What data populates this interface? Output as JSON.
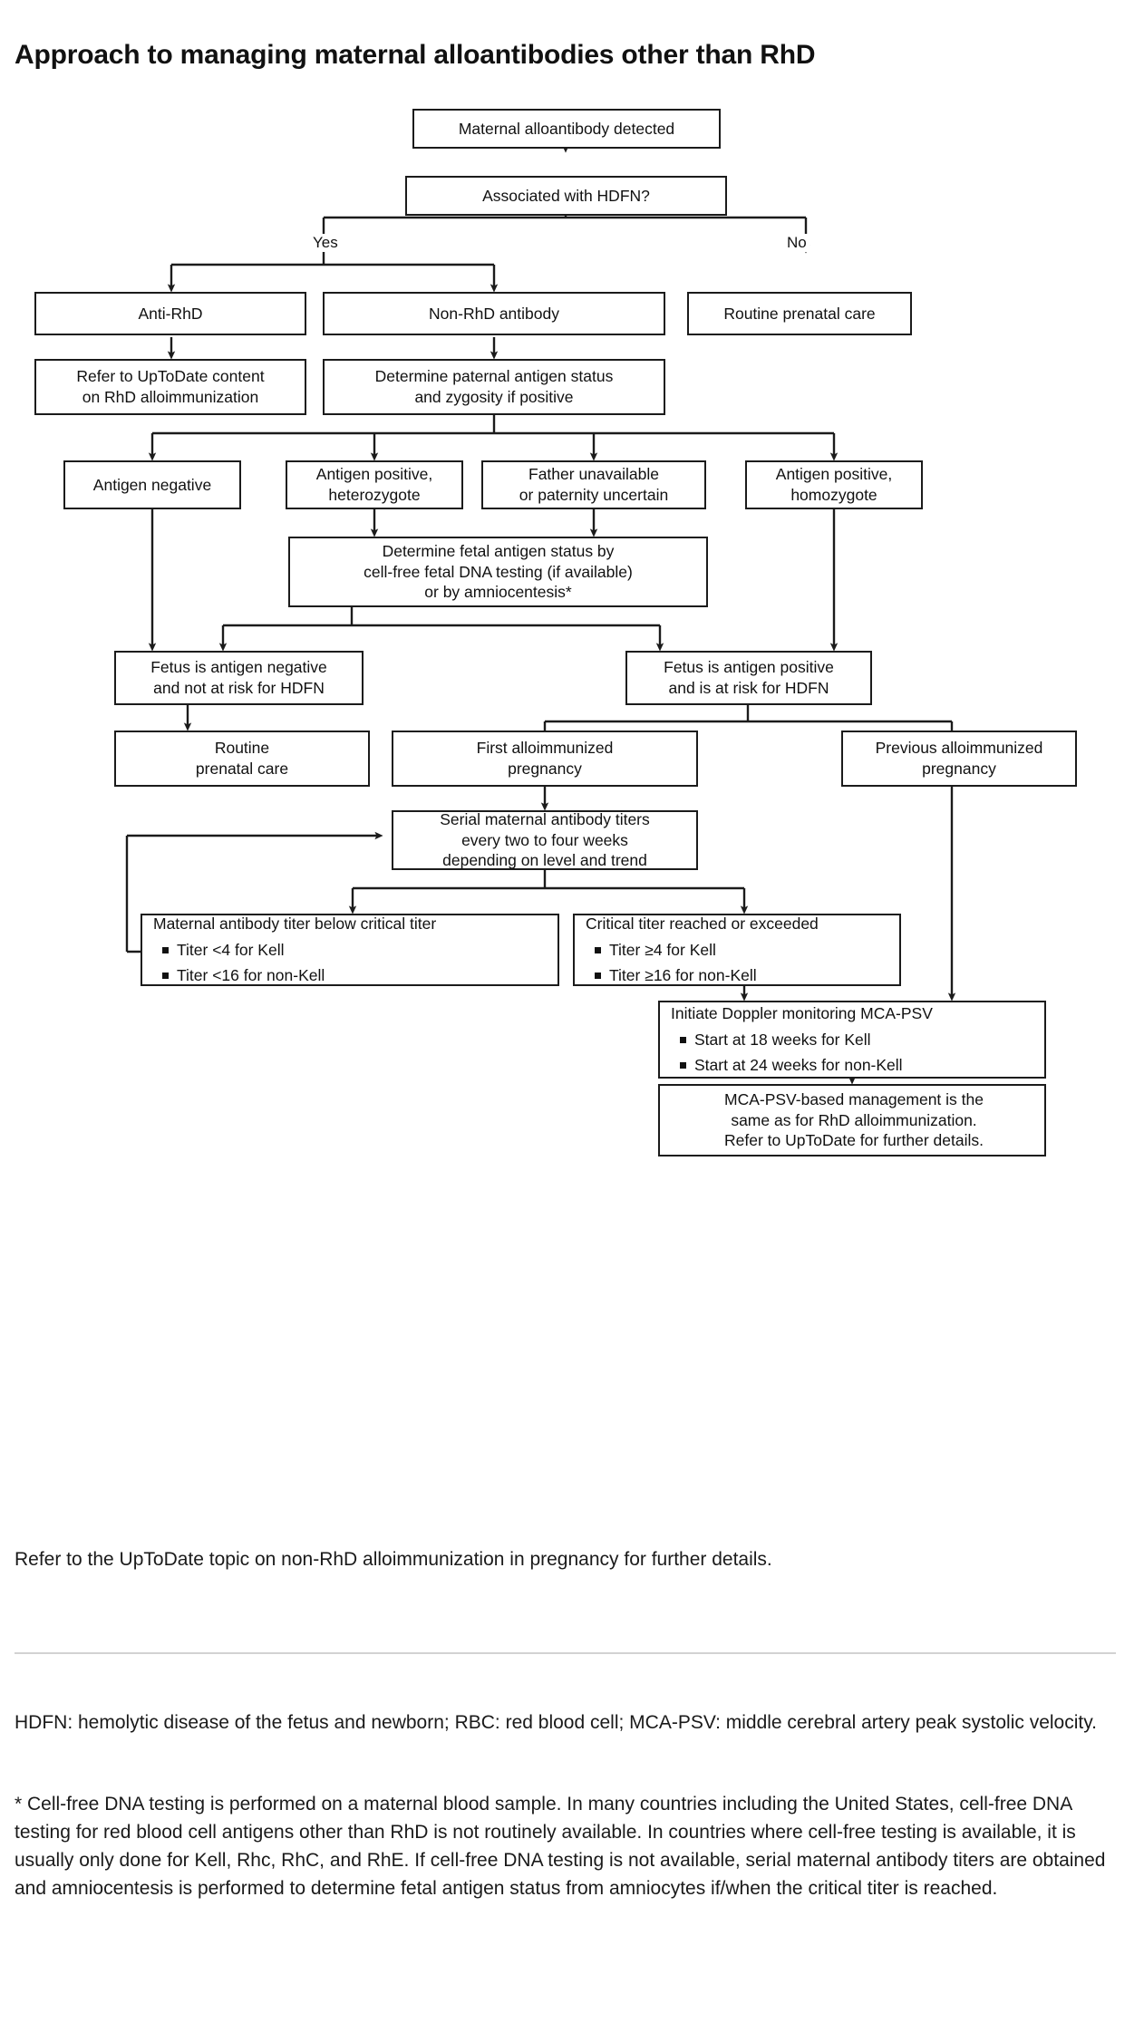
{
  "title": "Approach to managing maternal alloantibodies other than RhD",
  "flowchart": {
    "type": "flowchart",
    "nodes": {
      "n1": "Maternal alloantibody detected",
      "n2": "Associated with HDFN?",
      "n3": "Anti-RhD",
      "n4": "Non-RhD antibody",
      "n5": "Routine prenatal care",
      "n6": "Refer to UpToDate content\non RhD alloimmunization",
      "n6_l1": "Refer to UpToDate content",
      "n6_l2": "on RhD alloimmunization",
      "n7_l1": "Determine paternal antigen status",
      "n7_l2": "and zygosity if positive",
      "n8": "Antigen negative",
      "n9_l1": "Antigen positive,",
      "n9_l2": "heterozygote",
      "n10_l1": "Father unavailable",
      "n10_l2": "or paternity uncertain",
      "n11_l1": "Antigen positive,",
      "n11_l2": "homozygote",
      "n12_l1": "Determine fetal antigen status by",
      "n12_l2": "cell-free fetal DNA testing (if available)",
      "n12_l3": "or by amniocentesis*",
      "n13_l1": "Fetus is antigen negative",
      "n13_l2": "and not at risk for HDFN",
      "n14_l1": "Fetus is antigen positive",
      "n14_l2": "and is at risk for HDFN",
      "n15_l1": "Routine",
      "n15_l2": "prenatal care",
      "n16_l1": "First alloimmunized",
      "n16_l2": "pregnancy",
      "n17_l1": "Previous alloimmunized",
      "n17_l2": "pregnancy",
      "n18_l1": "Serial maternal antibody titers",
      "n18_l2": "every two to four weeks",
      "n18_l3": "depending on level and trend",
      "n19_head": "Maternal antibody titer below critical titer",
      "n19_b1": "Titer <4 for Kell",
      "n19_b2": "Titer <16 for non-Kell",
      "n20_head": "Critical titer reached or exceeded",
      "n20_b1": "Titer ≥4 for Kell",
      "n20_b2": "Titer ≥16 for non-Kell",
      "n21_head": "Initiate Doppler monitoring MCA-PSV",
      "n21_b1": "Start at 18 weeks for Kell",
      "n21_b2": "Start at 24 weeks for non-Kell",
      "n22_l1": "MCA-PSV-based management is the",
      "n22_l2": "same as for RhD alloimmunization.",
      "n22_l3": "Refer to UpToDate for further details."
    },
    "edge_labels": {
      "yes": "Yes",
      "no": "No"
    }
  },
  "footer": {
    "refer_note": "Refer to the UpToDate topic on non-RhD alloimmunization in pregnancy for further details.",
    "abbreviations": "HDFN: hemolytic disease of the fetus and newborn; RBC: red blood cell; MCA-PSV: middle cerebral artery peak systolic velocity.",
    "footnote": "* Cell-free DNA testing is performed on a maternal blood sample. In many countries including the United States, cell-free DNA testing for red blood cell antigens other than RhD is not routinely available. In countries where cell-free testing is available, it is usually only done for Kell, Rhc, RhC, and RhE. If cell-free DNA testing is not available, serial maternal antibody titers are obtained and amniocentesis is performed to determine fetal antigen status from amniocytes if/when the critical titer is reached."
  },
  "colors": {
    "line": "#1b1b1b",
    "text": "#111111",
    "rule": "#d2d2d2",
    "background": "#ffffff"
  }
}
